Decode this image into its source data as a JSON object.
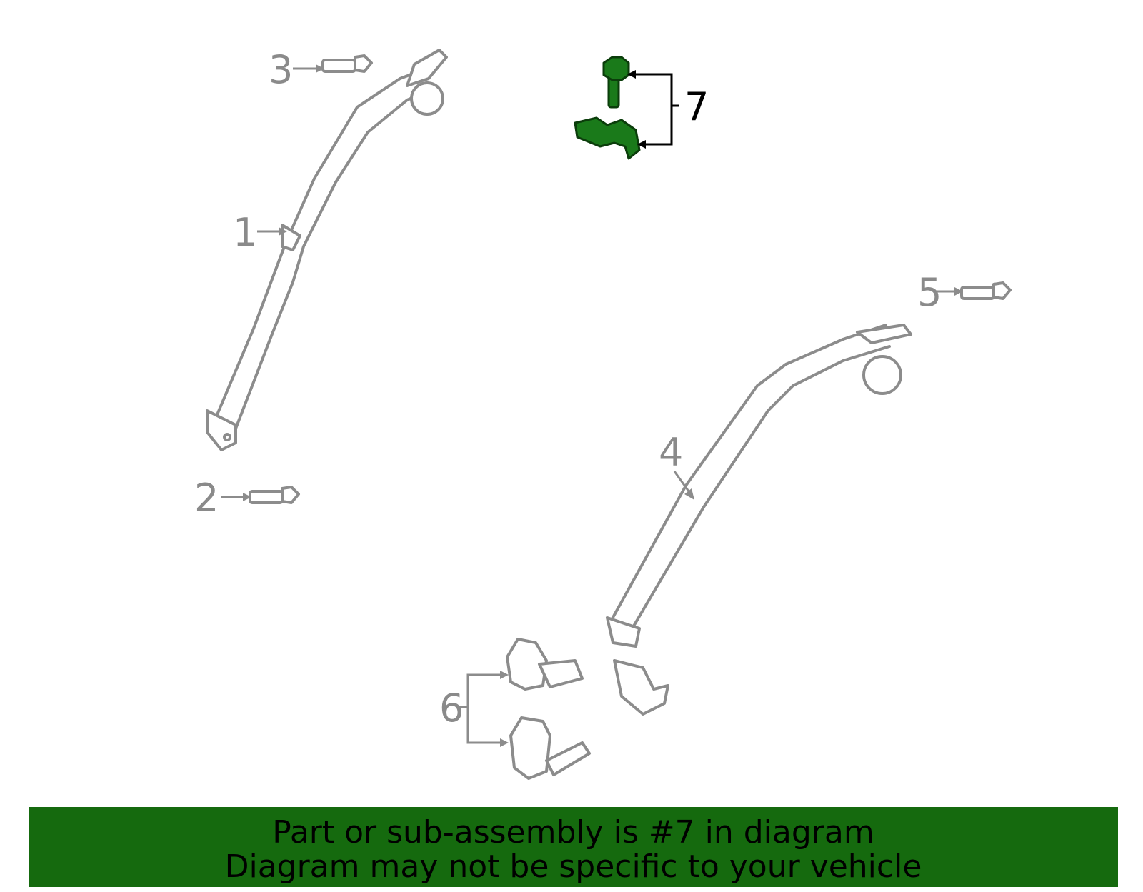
{
  "callouts": {
    "c1": "1",
    "c2": "2",
    "c3": "3",
    "c4": "4",
    "c5": "5",
    "c6": "6",
    "c7": "7"
  },
  "highlighted_part": "7",
  "colors": {
    "highlight": "#1a7a1a",
    "banner": "#156a0e",
    "line_gray": "#8c8c8c"
  },
  "banner": {
    "line1": "Part or sub-assembly is #7 in diagram",
    "line2": "Diagram may not be specific to your vehicle"
  }
}
